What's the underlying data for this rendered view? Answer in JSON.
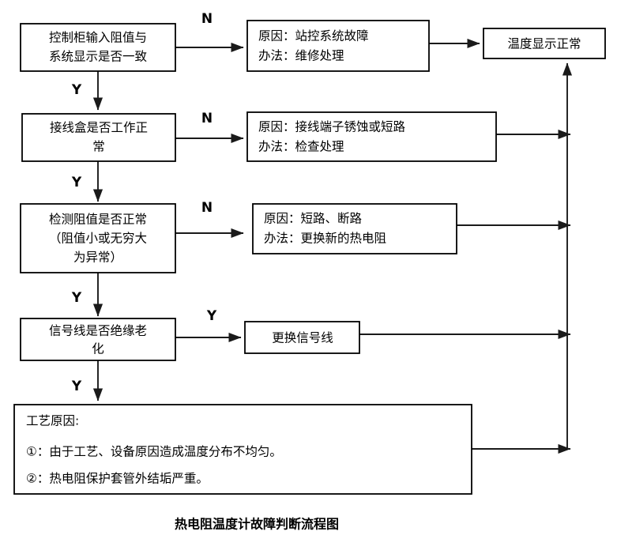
{
  "title": "热电阻温度计故障判断流程图",
  "colors": {
    "background": "#ffffff",
    "box_stroke": "#000000",
    "connector": "#1a1a1a",
    "text": "#000000"
  },
  "branch_labels": {
    "yes": "Y",
    "no": "N"
  },
  "decisions": [
    {
      "id": "d1",
      "lines": [
        "控制柜输入阻值与",
        "系统显示是否一致"
      ],
      "no_label": "N",
      "yes_label": "Y"
    },
    {
      "id": "d2",
      "lines": [
        "接线盒是否工作正",
        "常"
      ],
      "no_label": "N",
      "yes_label": "Y"
    },
    {
      "id": "d3",
      "lines": [
        "检测阻值是否正常",
        "（阻值小或无穷大",
        "为异常）"
      ],
      "no_label": "N",
      "yes_label": "Y"
    },
    {
      "id": "d4",
      "lines": [
        "信号线是否绝缘老",
        "化"
      ],
      "yes_label": "Y",
      "down_label": "Y"
    }
  ],
  "causes": [
    {
      "id": "c1",
      "lines": [
        "原因：站控系统故障",
        "办法：维修处理"
      ]
    },
    {
      "id": "c2",
      "lines": [
        "原因：接线端子锈蚀或短路",
        "办法：检查处理"
      ]
    },
    {
      "id": "c3",
      "lines": [
        "原因：短路、断路",
        "办法：更换新的热电阻"
      ]
    }
  ],
  "action_box": {
    "id": "a1",
    "lines": [
      "更换信号线"
    ]
  },
  "result_box": {
    "id": "r1",
    "lines": [
      "温度显示正常"
    ]
  },
  "process_box": {
    "id": "p1",
    "lines": [
      "工艺原因:",
      "①：由于工艺、设备原因造成温度分布不均匀。",
      "②：热电阻保护套管外结垢严重。"
    ]
  }
}
